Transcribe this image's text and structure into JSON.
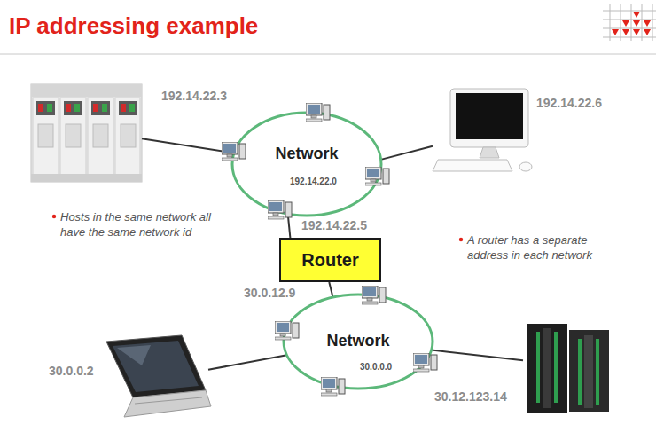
{
  "diagram": {
    "title": "IP addressing example",
    "nodes": [
      {
        "text": [
          "192.14.22.3"
        ]
      },
      {
        "text": [
          "Network",
          "192.14.22.0"
        ]
      },
      {
        "text": [
          "192.14.22.6"
        ]
      },
      {
        "text": [
          "Router"
        ]
      },
      {
        "text": [
          "Network",
          "30.0.0.0"
        ]
      },
      {
        "text": [
          "30.0.0.2"
        ]
      },
      {
        "text": [
          "30.12.123.14"
        ]
      }
    ],
    "edges": [
      {
        "from": 0,
        "to": 1,
        "arrow": "none"
      },
      {
        "from": 1,
        "to": 2,
        "arrow": "none"
      },
      {
        "from": 1,
        "to": 3,
        "label": "192.14.22.5",
        "arrow": "none"
      },
      {
        "from": 3,
        "to": 4,
        "label": "30.0.12.9",
        "arrow": "none"
      },
      {
        "from": 4,
        "to": 5,
        "arrow": "none"
      },
      {
        "from": 4,
        "to": 6,
        "arrow": "none"
      }
    ],
    "labels": [
      "Hosts in the same network all have the same network id",
      "A router has a separate address in each network"
    ]
  }
}
